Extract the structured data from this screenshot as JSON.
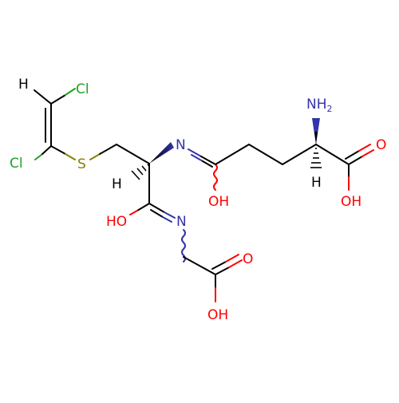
{
  "colors": {
    "bond": "#000000",
    "nitrogen": "#3333aa",
    "oxygen": "#ff0000",
    "chlorine": "#22a022",
    "sulfur": "#8a7d00",
    "hydrogen": "#000000",
    "background": "#ffffff"
  },
  "atoms": {
    "h_vinyl": "H",
    "cl_top": "Cl",
    "cl_left": "Cl",
    "s": "S",
    "h_alpha_cys": "H",
    "n_imine_1": "N",
    "oh_imidic_1": "OH",
    "nh2": "NH",
    "nh2_sub": "2",
    "h_alpha_glu": "H",
    "o_glu_carbonyl": "O",
    "oh_glu": "OH",
    "oh_imidic_2": "HO",
    "n_imine_2": "N",
    "o_gly_carbonyl": "O",
    "oh_gly": "OH"
  }
}
